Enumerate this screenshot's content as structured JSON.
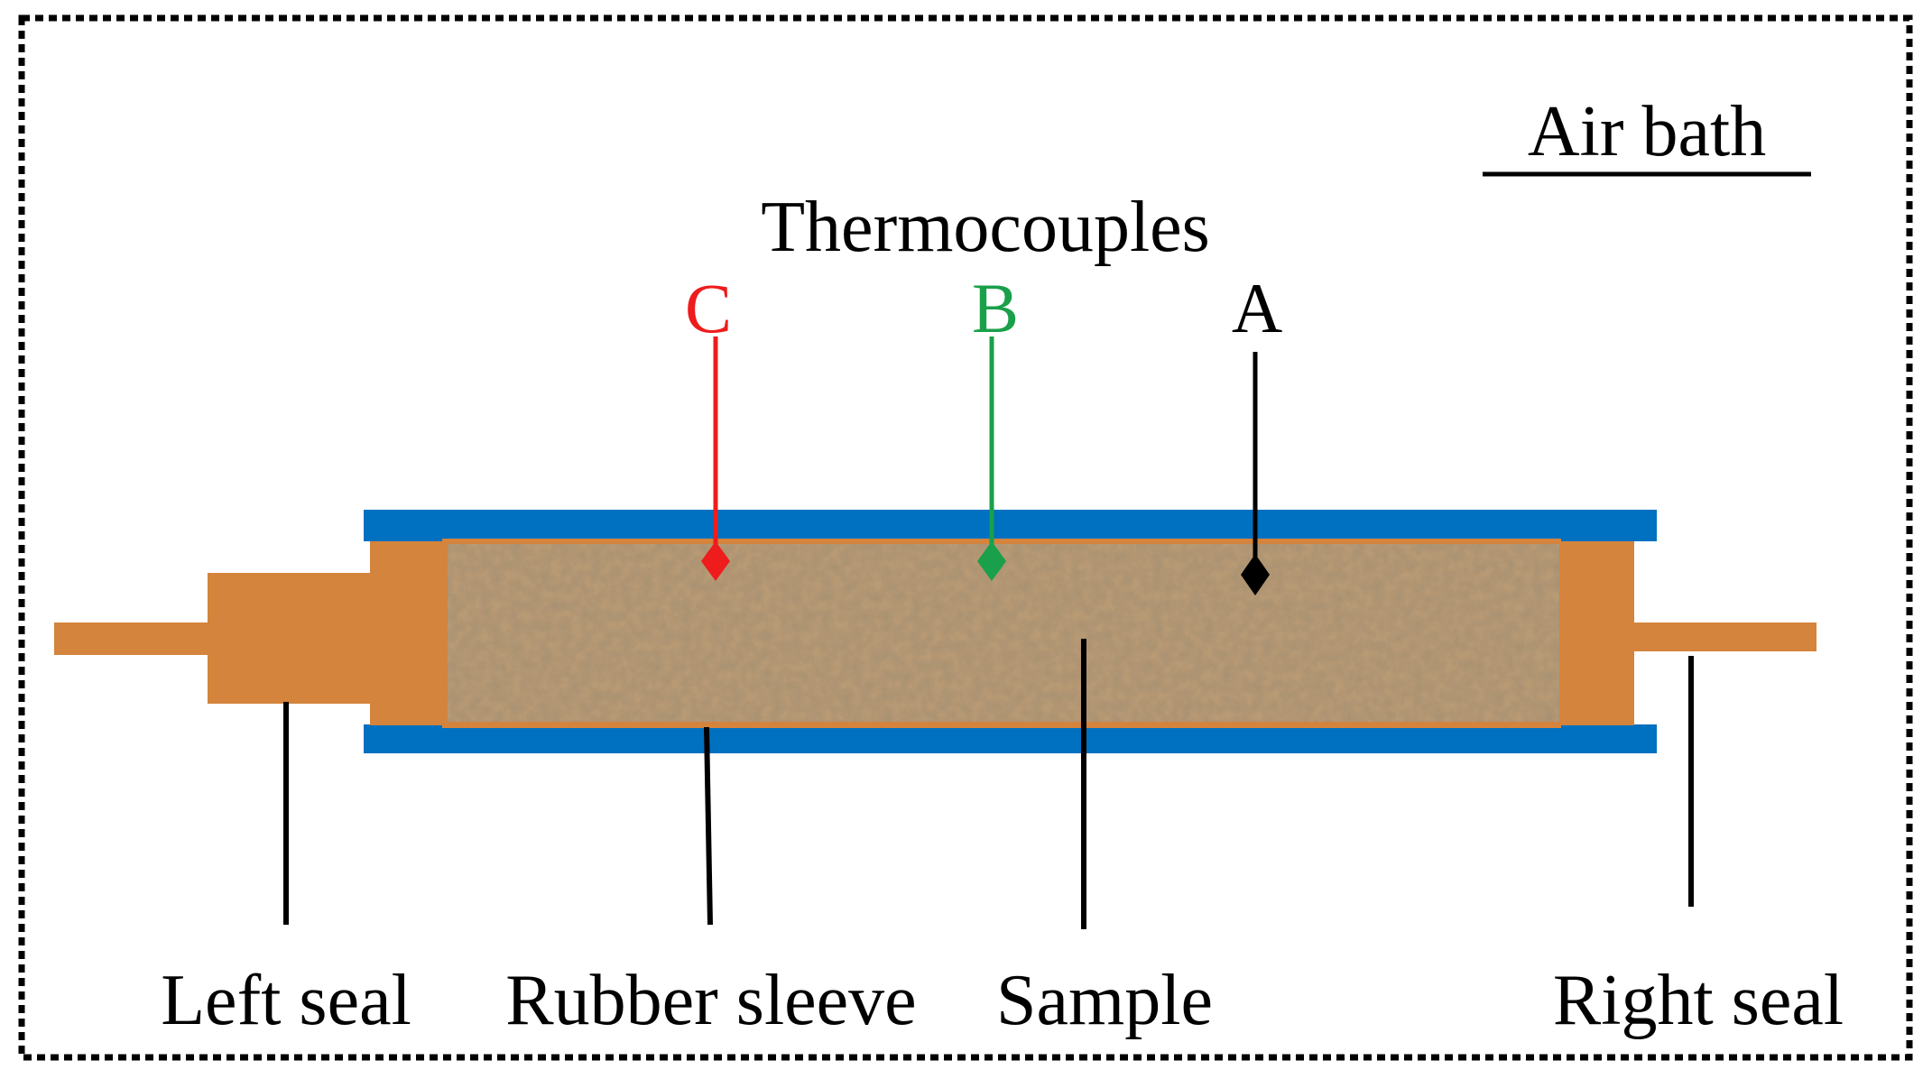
{
  "labels": {
    "air_bath": "Air bath",
    "thermocouples": "Thermocouples",
    "left_seal": "Left seal",
    "rubber_sleeve": "Rubber sleeve",
    "sample": "Sample",
    "right_seal": "Right seal"
  },
  "thermocouples": [
    {
      "id": "C",
      "color": "#ee1c1c"
    },
    {
      "id": "B",
      "color": "#1aa04a"
    },
    {
      "id": "A",
      "color": "#000000"
    }
  ],
  "colors": {
    "sleeve": "#0070c0",
    "seal": "#d4843c",
    "sample": "#b89a75",
    "frame": "#000000"
  }
}
